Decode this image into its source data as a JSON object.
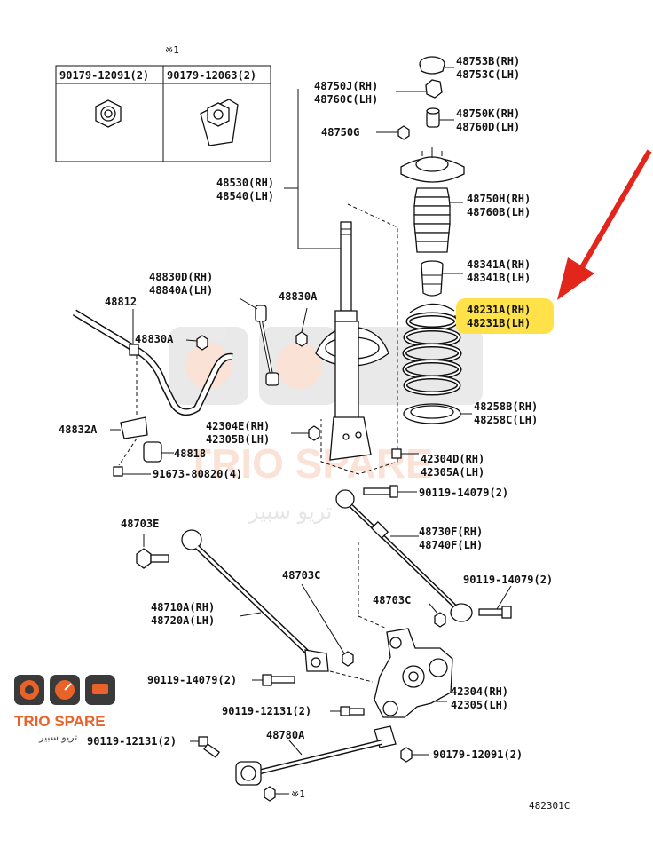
{
  "inset": {
    "note": "※1",
    "left_code": "90179-12091(2)",
    "right_code": "90179-12063(2)"
  },
  "labels": {
    "p48753": [
      "48753B(RH)",
      "48753C(LH)"
    ],
    "p48750j": [
      "48750J(RH)",
      "48760C(LH)"
    ],
    "p48750k": [
      "48750K(RH)",
      "48760D(LH)"
    ],
    "p48750g": [
      "48750G"
    ],
    "p48530": [
      "48530(RH)",
      "48540(LH)"
    ],
    "p48750h": [
      "48750H(RH)",
      "48760B(LH)"
    ],
    "p48341": [
      "48341A(RH)",
      "48341B(LH)"
    ],
    "p48231": [
      "48231A(RH)",
      "48231B(LH)"
    ],
    "p48830d": [
      "48830D(RH)",
      "48840A(LH)"
    ],
    "p48830a_r": [
      "48830A"
    ],
    "p48812": [
      "48812"
    ],
    "p48830a_l": [
      "48830A"
    ],
    "p42304e": [
      "42304E(RH)",
      "42305B(LH)"
    ],
    "p48258": [
      "48258B(RH)",
      "48258C(LH)"
    ],
    "p48832": [
      "48832A"
    ],
    "p48818": [
      "48818"
    ],
    "p42304d": [
      "42304D(RH)",
      "42305A(LH)"
    ],
    "p91673": [
      "91673-80820(4)"
    ],
    "p90119a": [
      "90119-14079(2)"
    ],
    "p48703e": [
      "48703E"
    ],
    "p48730": [
      "48730F(RH)",
      "48740F(LH)"
    ],
    "p90119b": [
      "90119-14079(2)"
    ],
    "p48703c_l": [
      "48703C"
    ],
    "p48703c_r": [
      "48703C"
    ],
    "p48710": [
      "48710A(RH)",
      "48720A(LH)"
    ],
    "p90119c": [
      "90119-14079(2)"
    ],
    "p42304": [
      "42304(RH)",
      "42305(LH)"
    ],
    "p90119d": [
      "90119-12131(2)"
    ],
    "p48780": [
      "48780A"
    ],
    "p90119e": [
      "90119-12131(2)"
    ],
    "p90179": [
      "90179-12091(2)"
    ],
    "p_note1": [
      "※1"
    ]
  },
  "diagram_code": "482301C",
  "watermark": {
    "brand": "TRIO SPARE",
    "arabic": "تريو سبير"
  },
  "colors": {
    "highlight": "#ffe24a",
    "arrow": "#e3261c",
    "brand_orange": "#e8622a",
    "ink": "#111111"
  }
}
